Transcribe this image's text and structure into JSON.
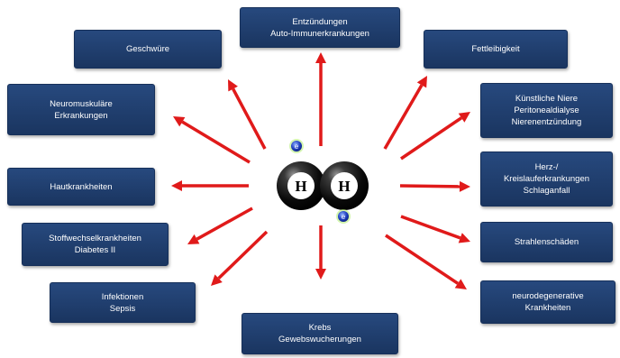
{
  "diagram": {
    "molecule": {
      "atoms": [
        "H",
        "H"
      ],
      "electron_symbol": "e",
      "colors": {
        "atom": "#111111",
        "electron": "#1f3fbf",
        "electron_glow": "#9fe04a"
      }
    },
    "arrow_color": "#e01a1a",
    "box_color": "#1f3d6b",
    "boxes": [
      {
        "id": "entzuendungen",
        "lines": [
          "Entzündungen",
          "Auto-Immunerkrankungen"
        ]
      },
      {
        "id": "geschwuere",
        "lines": [
          "Geschwüre"
        ]
      },
      {
        "id": "fettleibigkeit",
        "lines": [
          "Fettleibigkeit"
        ]
      },
      {
        "id": "neuromuskulaere",
        "lines": [
          "Neuromuskuläre",
          "Erkrankungen"
        ]
      },
      {
        "id": "kuenstliche-niere",
        "lines": [
          "Künstliche Niere",
          "Peritonealdialyse",
          "Nierenentzündung"
        ]
      },
      {
        "id": "hautkrankheiten",
        "lines": [
          "Hautkrankheiten"
        ]
      },
      {
        "id": "herz-kreislauf",
        "lines": [
          "Herz-/",
          "Kreislauferkrankungen",
          "Schlaganfall"
        ]
      },
      {
        "id": "stoffwechsel",
        "lines": [
          "Stoffwechselkrankheiten",
          "Diabetes II"
        ]
      },
      {
        "id": "strahlenschaeden",
        "lines": [
          "Strahlenschäden"
        ]
      },
      {
        "id": "infektionen",
        "lines": [
          "Infektionen",
          "Sepsis"
        ]
      },
      {
        "id": "neurodegenerative",
        "lines": [
          "neurodegenerative",
          "Krankheiten"
        ]
      },
      {
        "id": "krebs",
        "lines": [
          "Krebs",
          "Gewebswucherungen"
        ]
      }
    ]
  }
}
